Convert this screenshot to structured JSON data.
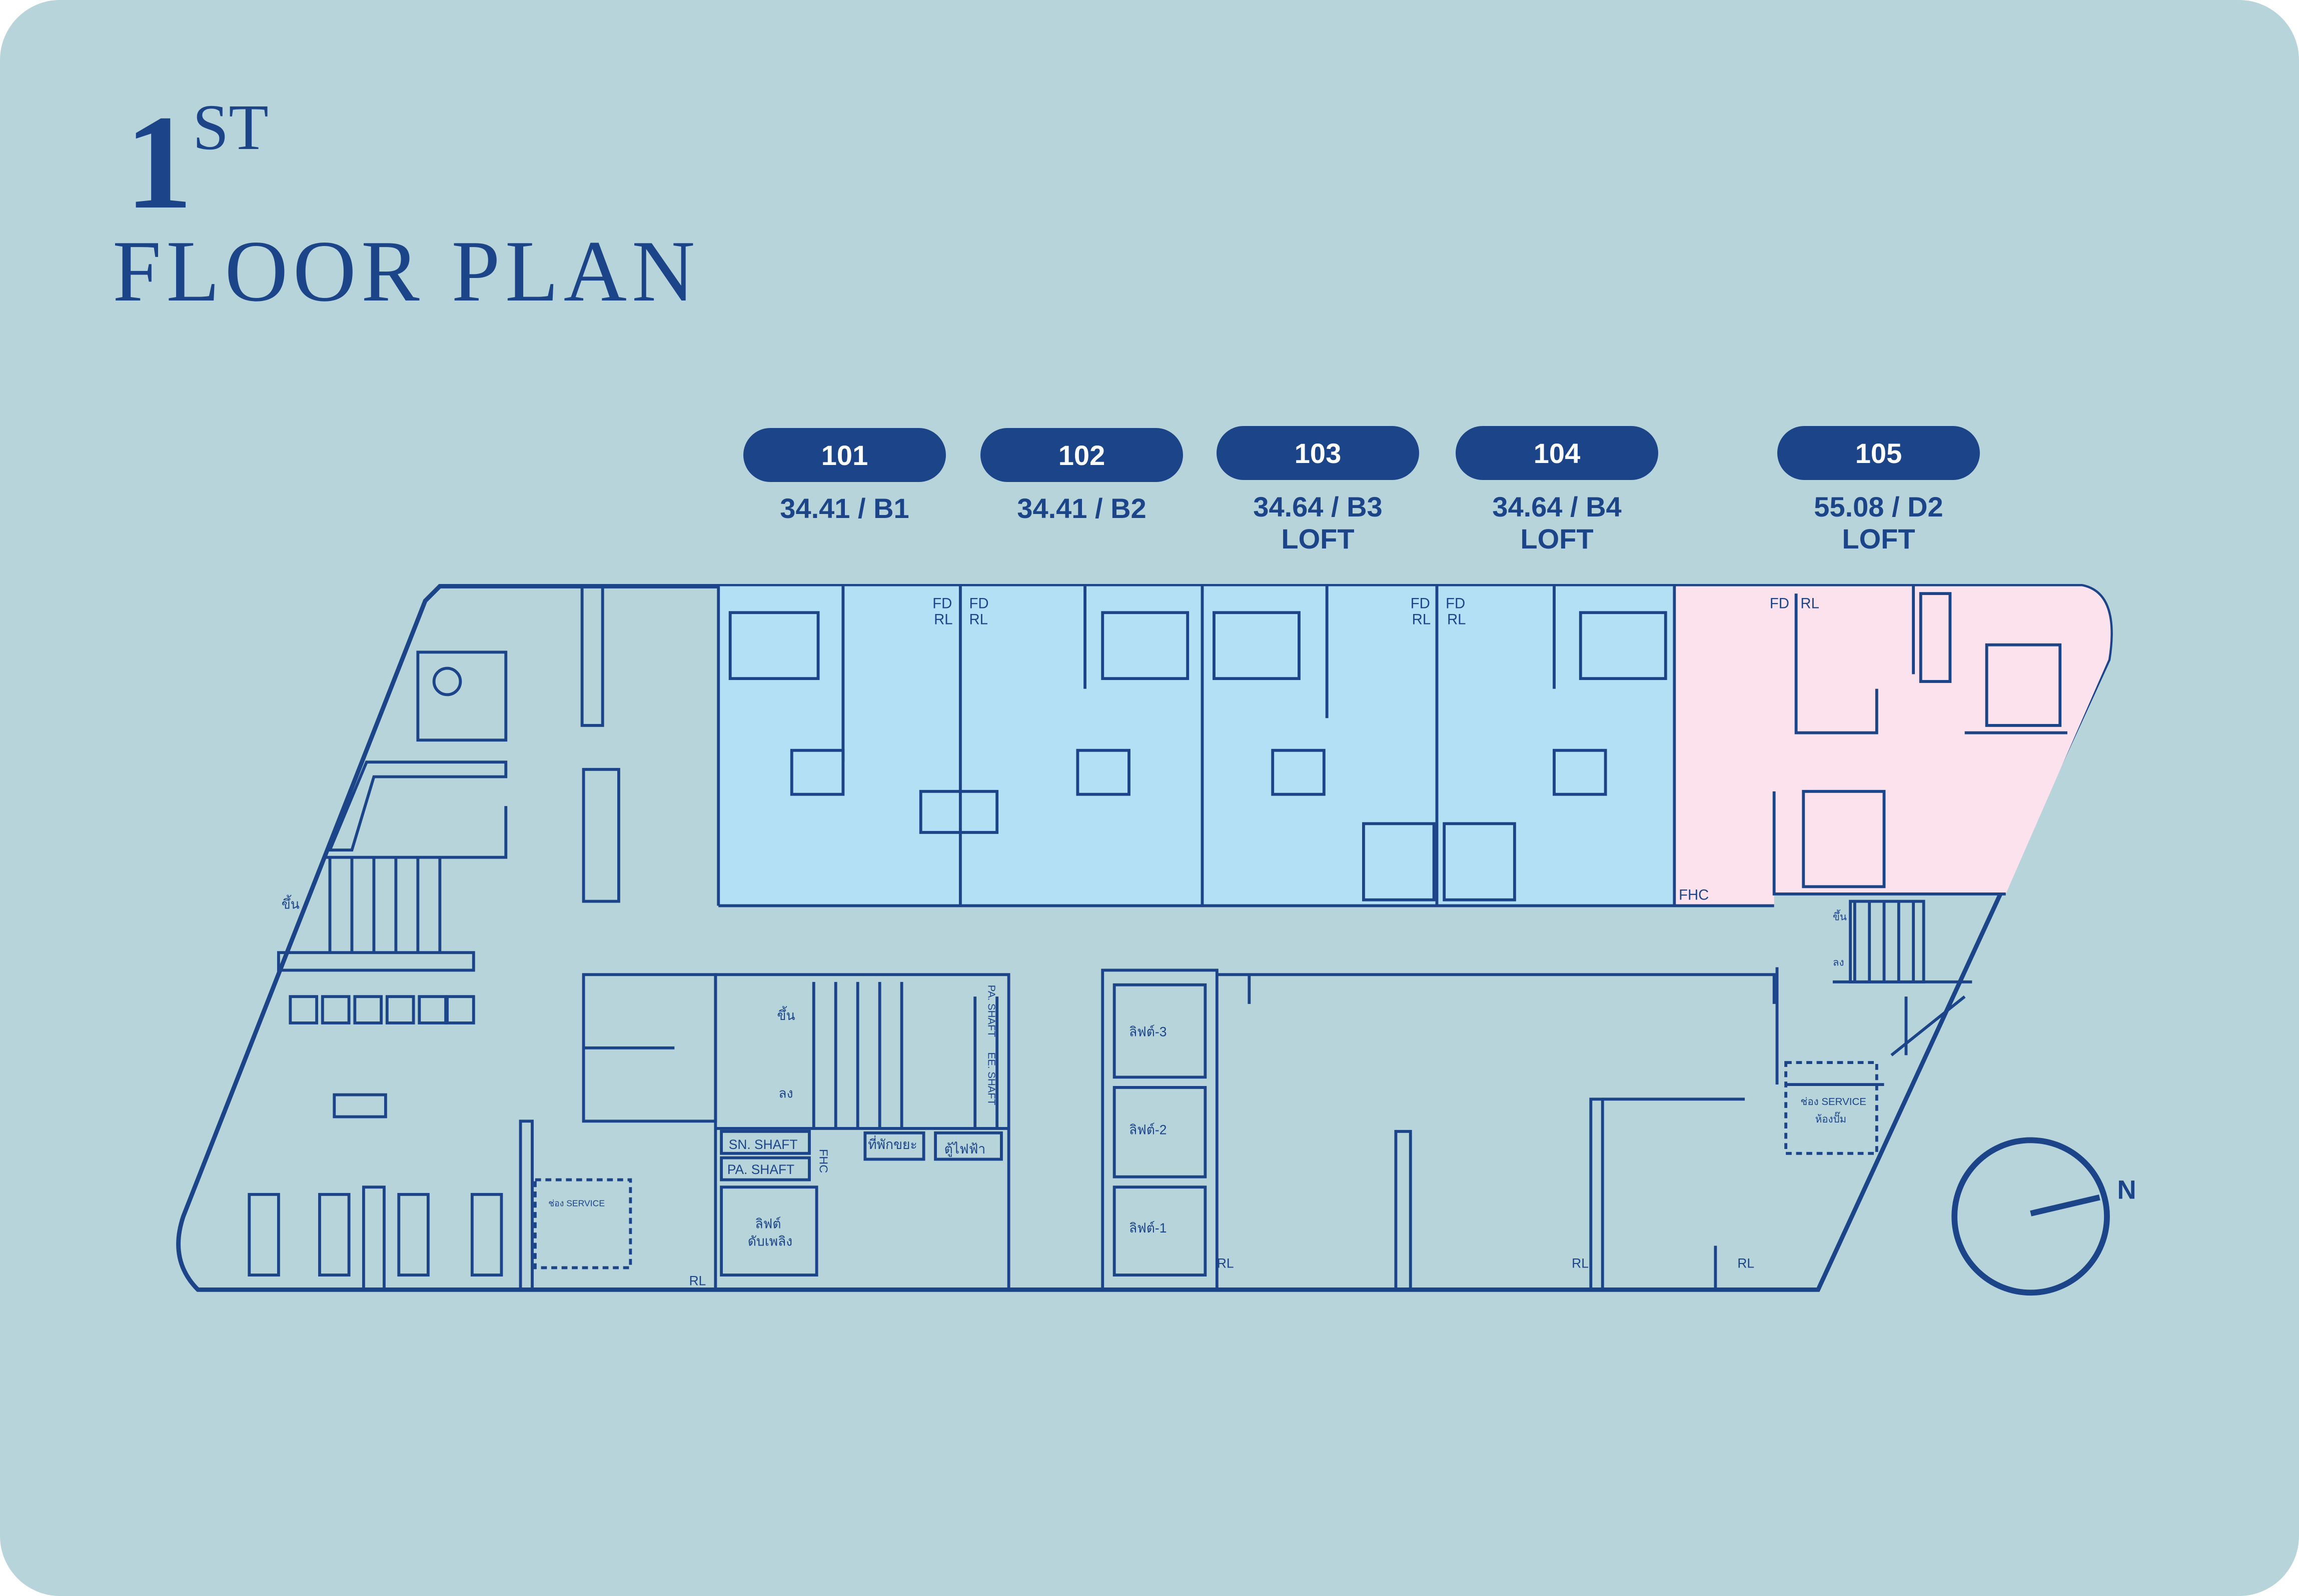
{
  "title": {
    "number": "1",
    "superscript": "ST",
    "main": "FLOOR PLAN"
  },
  "units": [
    {
      "id": "101",
      "area": "34.41 / B1",
      "type": ""
    },
    {
      "id": "102",
      "area": "34.41 / B2",
      "type": ""
    },
    {
      "id": "103",
      "area": "34.64 / B3",
      "type": "LOFT"
    },
    {
      "id": "104",
      "area": "34.64 / B4",
      "type": "LOFT"
    },
    {
      "id": "105",
      "area": "55.08 / D2",
      "type": "LOFT"
    }
  ],
  "colors": {
    "brand": "#1c4589",
    "background": "#b7d4da",
    "unit_blue": "#b3e0f5",
    "unit_pink": "#fbe2ec"
  },
  "plan_labels": {
    "fd": "FD",
    "rl": "RL",
    "fhc": "FHC",
    "sn_shaft": "SN. SHAFT",
    "pa_shaft": "PA. SHAFT",
    "ee_shaft": "EE. SHAFT",
    "garbage": "ที่พักขยะ",
    "electric": "ตู้ไฟฟ้า",
    "lift1": "ลิฟต์-1",
    "lift2": "ลิฟต์-2",
    "lift3": "ลิฟต์-3",
    "fire_lift_1": "ลิฟต์",
    "fire_lift_2": "ดับเพลิง",
    "up": "ขึ้น",
    "down": "ลง",
    "service": "ช่อง SERVICE",
    "pump": "ห้องปั๊ม"
  },
  "compass": {
    "label": "N"
  }
}
